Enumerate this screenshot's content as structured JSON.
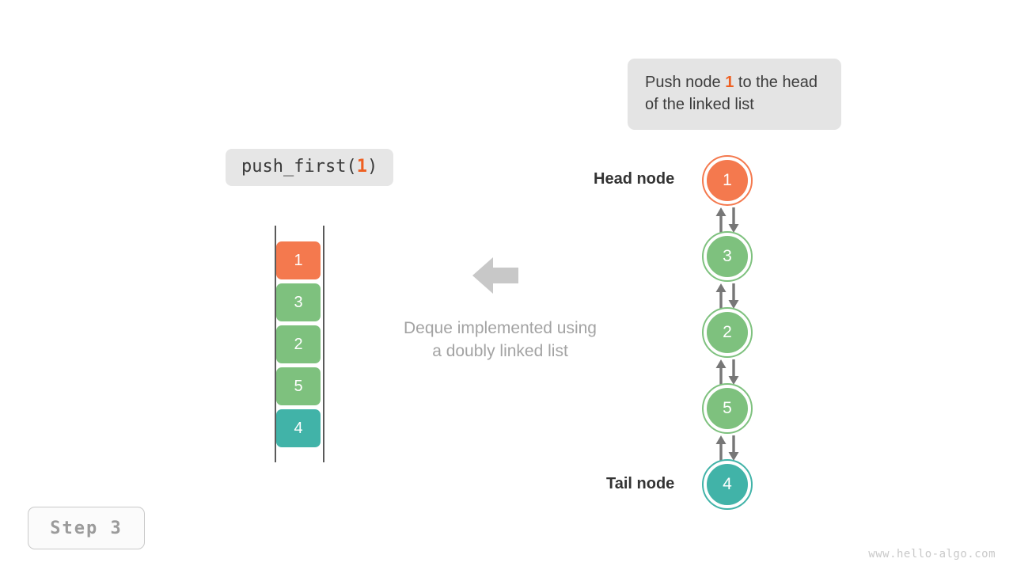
{
  "meta": {
    "watermark": "www.hello-algo.com",
    "step_badge": "Step 3"
  },
  "colors": {
    "orange": "#f4794e",
    "green": "#7ec17e",
    "teal": "#41b3a8",
    "arrow_gray": "#777777",
    "big_arrow_gray": "#c8c8c8",
    "callout_bg": "#e4e4e4",
    "pill_bg": "#e6e6e6",
    "accent_text": "#ee5f21"
  },
  "callout": {
    "prefix": "Push node ",
    "highlight": "1",
    "suffix": " to the head of the linked list"
  },
  "operation": {
    "name": "push_first(",
    "arg": "1",
    "close": ")"
  },
  "caption": {
    "line1": "Deque implemented using",
    "line2": "a doubly linked list"
  },
  "stack": {
    "cells": [
      {
        "value": "1",
        "color": "#f4794e"
      },
      {
        "value": "3",
        "color": "#7ec17e"
      },
      {
        "value": "2",
        "color": "#7ec17e"
      },
      {
        "value": "5",
        "color": "#7ec17e"
      },
      {
        "value": "4",
        "color": "#41b3a8"
      }
    ]
  },
  "linked_list": {
    "head_label": "Head node",
    "tail_label": "Tail node",
    "nodes": [
      {
        "value": "1",
        "color": "#f4794e"
      },
      {
        "value": "3",
        "color": "#7ec17e"
      },
      {
        "value": "2",
        "color": "#7ec17e"
      },
      {
        "value": "5",
        "color": "#7ec17e"
      },
      {
        "value": "4",
        "color": "#41b3a8"
      }
    ]
  }
}
